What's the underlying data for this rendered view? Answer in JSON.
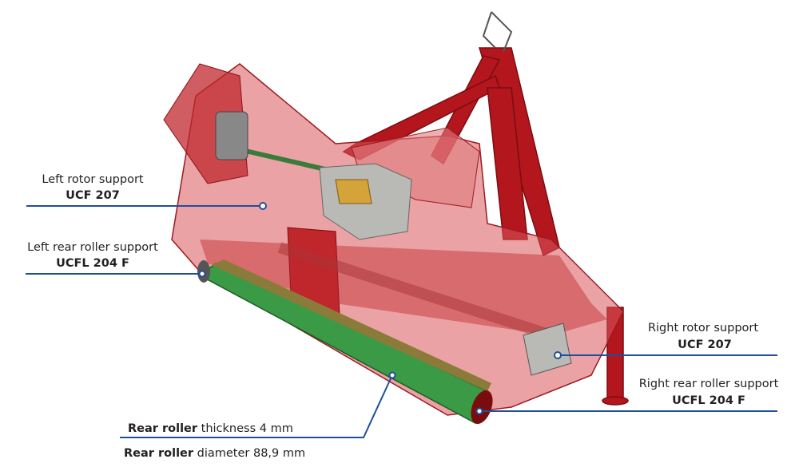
{
  "callouts": {
    "left_rotor": {
      "title": "Left rotor support",
      "code": "UCF 207"
    },
    "left_rear_roller": {
      "title": "Left rear roller support",
      "code": "UCFL 204 F"
    },
    "right_rotor": {
      "title": "Right rotor support",
      "code": "UCF 207"
    },
    "right_rear_roller": {
      "title": "Right rear roller support",
      "code": "UCFL 204 F"
    },
    "rear_roller_thickness": {
      "bold": "Rear roller",
      "text": " thickness 4 mm"
    },
    "rear_roller_diameter": {
      "bold": "Rear roller",
      "text": " diameter 88,9 mm"
    }
  },
  "colors": {
    "leader": "#1f4e9a",
    "body": "#c0272d",
    "roller": "#3a9a45",
    "gearbox": "#b9b9b6"
  }
}
